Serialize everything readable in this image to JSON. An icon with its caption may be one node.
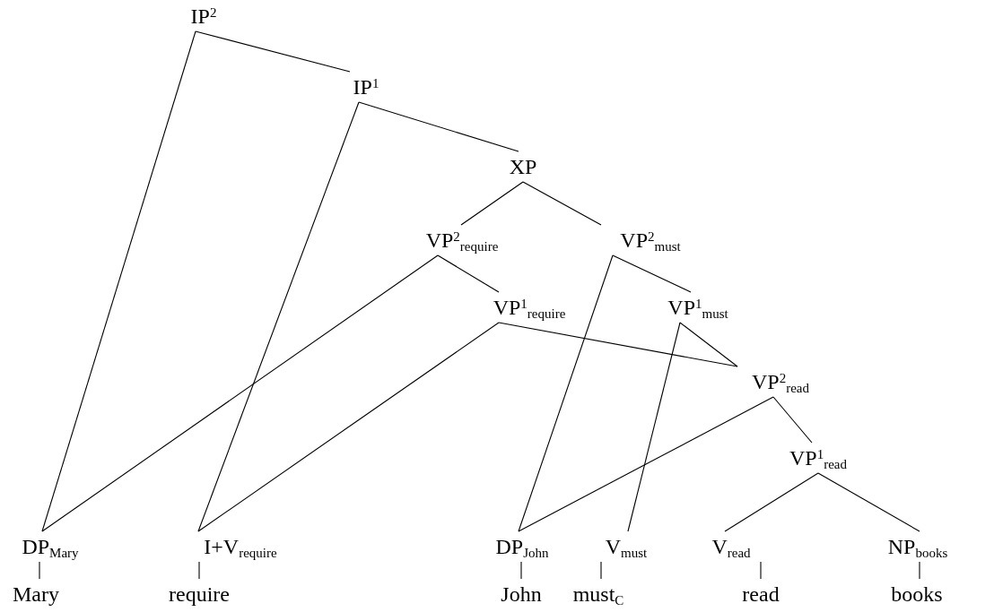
{
  "diagram": {
    "nodes": [
      {
        "text": [
          "IP$^{2}$"
        ]
      },
      {
        "text": [
          "IP$^{1}$"
        ]
      },
      {
        "text": [
          "XP"
        ]
      },
      {
        "text": [
          "VP$^{2}$$_{require}$"
        ]
      },
      {
        "text": [
          "VP$^{2}$$_{must}$"
        ]
      },
      {
        "text": [
          "VP$^{1}$$_{require}$"
        ]
      },
      {
        "text": [
          "VP$^{1}$$_{must}$"
        ]
      },
      {
        "text": [
          "VP$^{2}$$_{read}$"
        ]
      },
      {
        "text": [
          "VP$^{1}$$_{read}$"
        ]
      },
      {
        "text": [
          "DP$_{Mary}$"
        ]
      },
      {
        "text": [
          "I+V$_{require}$"
        ]
      },
      {
        "text": [
          "DP$_{John}$"
        ]
      },
      {
        "text": [
          "V$_{must}$"
        ]
      },
      {
        "text": [
          "V$_{read}$"
        ]
      },
      {
        "text": [
          "NP$_{books}$"
        ]
      },
      {
        "text": [
          "Mary"
        ]
      },
      {
        "text": [
          "require"
        ]
      },
      {
        "text": [
          "John"
        ]
      },
      {
        "text": [
          "must$_{C}$"
        ]
      },
      {
        "text": [
          "read"
        ]
      },
      {
        "text": [
          "books"
        ]
      }
    ],
    "edges": [
      {
        "from": 0,
        "to": 9,
        "arrow": "none"
      },
      {
        "from": 0,
        "to": 1,
        "arrow": "none"
      },
      {
        "from": 1,
        "to": 10,
        "arrow": "none"
      },
      {
        "from": 1,
        "to": 2,
        "arrow": "none"
      },
      {
        "from": 2,
        "to": 3,
        "arrow": "none"
      },
      {
        "from": 2,
        "to": 4,
        "arrow": "none"
      },
      {
        "from": 3,
        "to": 9,
        "arrow": "none"
      },
      {
        "from": 3,
        "to": 5,
        "arrow": "none"
      },
      {
        "from": 4,
        "to": 11,
        "arrow": "none"
      },
      {
        "from": 4,
        "to": 6,
        "arrow": "none"
      },
      {
        "from": 5,
        "to": 10,
        "arrow": "none"
      },
      {
        "from": 5,
        "to": 7,
        "arrow": "none"
      },
      {
        "from": 6,
        "to": 12,
        "arrow": "none"
      },
      {
        "from": 6,
        "to": 7,
        "arrow": "none"
      },
      {
        "from": 7,
        "to": 11,
        "arrow": "none"
      },
      {
        "from": 7,
        "to": 8,
        "arrow": "none"
      },
      {
        "from": 8,
        "to": 13,
        "arrow": "none"
      },
      {
        "from": 8,
        "to": 14,
        "arrow": "none"
      },
      {
        "from": 9,
        "to": 15,
        "arrow": "none"
      },
      {
        "from": 10,
        "to": 16,
        "arrow": "none"
      },
      {
        "from": 11,
        "to": 17,
        "arrow": "none"
      },
      {
        "from": 12,
        "to": 18,
        "arrow": "none"
      },
      {
        "from": 13,
        "to": 19,
        "arrow": "none"
      },
      {
        "from": 14,
        "to": 20,
        "arrow": "none"
      }
    ]
  }
}
